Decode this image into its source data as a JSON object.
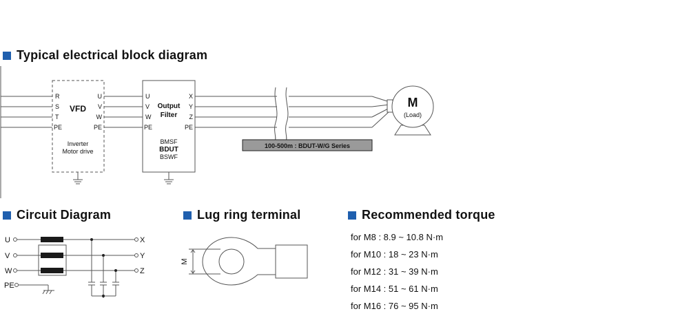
{
  "headings": {
    "block_diagram": "Typical electrical block diagram",
    "circuit": "Circuit Diagram",
    "lug": "Lug ring terminal",
    "torque": "Recommended torque"
  },
  "block_diagram": {
    "vfd": {
      "title": "VFD",
      "inputs": [
        "R",
        "S",
        "T",
        "PE"
      ],
      "outputs": [
        "U",
        "V",
        "W",
        "PE"
      ],
      "caption_1": "Inverter",
      "caption_2": "Motor drive"
    },
    "filter": {
      "title_1": "Output",
      "title_2": "Filter",
      "inputs": [
        "U",
        "V",
        "W",
        "PE"
      ],
      "outputs": [
        "X",
        "Y",
        "Z",
        "PE"
      ],
      "models": [
        "BMSF",
        "BDUT",
        "BSWF"
      ]
    },
    "cable_note": "100-500m : BDUT-W/G Series",
    "motor": {
      "symbol": "M",
      "caption": "(Load)"
    }
  },
  "circuit": {
    "inputs": [
      "U",
      "V",
      "W",
      "PE"
    ],
    "outputs": [
      "X",
      "Y",
      "Z"
    ]
  },
  "lug": {
    "dimension": "M"
  },
  "torque": {
    "items": [
      "for M8 : 8.9 ~ 10.8 N·m",
      "for M10 : 18 ~ 23 N·m",
      "for M12 : 31 ~ 39 N·m",
      "for M14 : 51 ~ 61 N·m",
      "for M16 : 76 ~ 95 N·m"
    ]
  },
  "colors": {
    "accent": "#1f5fae",
    "line": "#555555",
    "core": "#1a1a1a"
  }
}
